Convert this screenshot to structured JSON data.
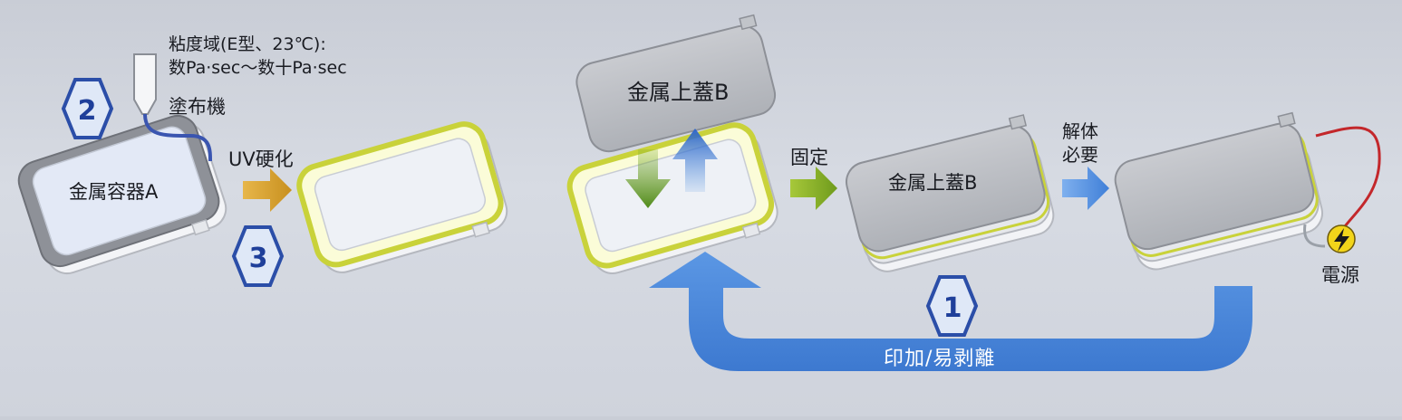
{
  "steps": {
    "coat": {
      "number": "2",
      "viscosity_line1": "粘度域(E型、23℃):",
      "viscosity_line2": "数Pa·sec〜数十Pa·sec",
      "machine": "塗布機",
      "container": "金属容器A"
    },
    "cure": {
      "number": "3",
      "label": "UV硬化"
    },
    "lid": {
      "floating_lid": "金属上蓋B"
    },
    "fix": {
      "label": "固定",
      "lid": "金属上蓋B"
    },
    "disassemble": {
      "line1": "解体",
      "line2": "必要",
      "power": "電源"
    },
    "loop": {
      "number": "1",
      "label": "印加/易剥離"
    }
  },
  "colors": {
    "hex_fill": "#dfe8f7",
    "hex_stroke": "#2b4ea8",
    "adhesive_yellow": "#c9d23a",
    "arrow_orange": "#c8901f",
    "arrow_green": "#7aa61e",
    "arrow_blue": "#4f8fe0",
    "loop_blue": "#4a88dc",
    "wire_red": "#c3272b",
    "power_yellow": "#f2d51a"
  },
  "icons": [
    "hexagon-step-badge",
    "dispenser-nozzle-icon",
    "lightning-power-icon"
  ]
}
